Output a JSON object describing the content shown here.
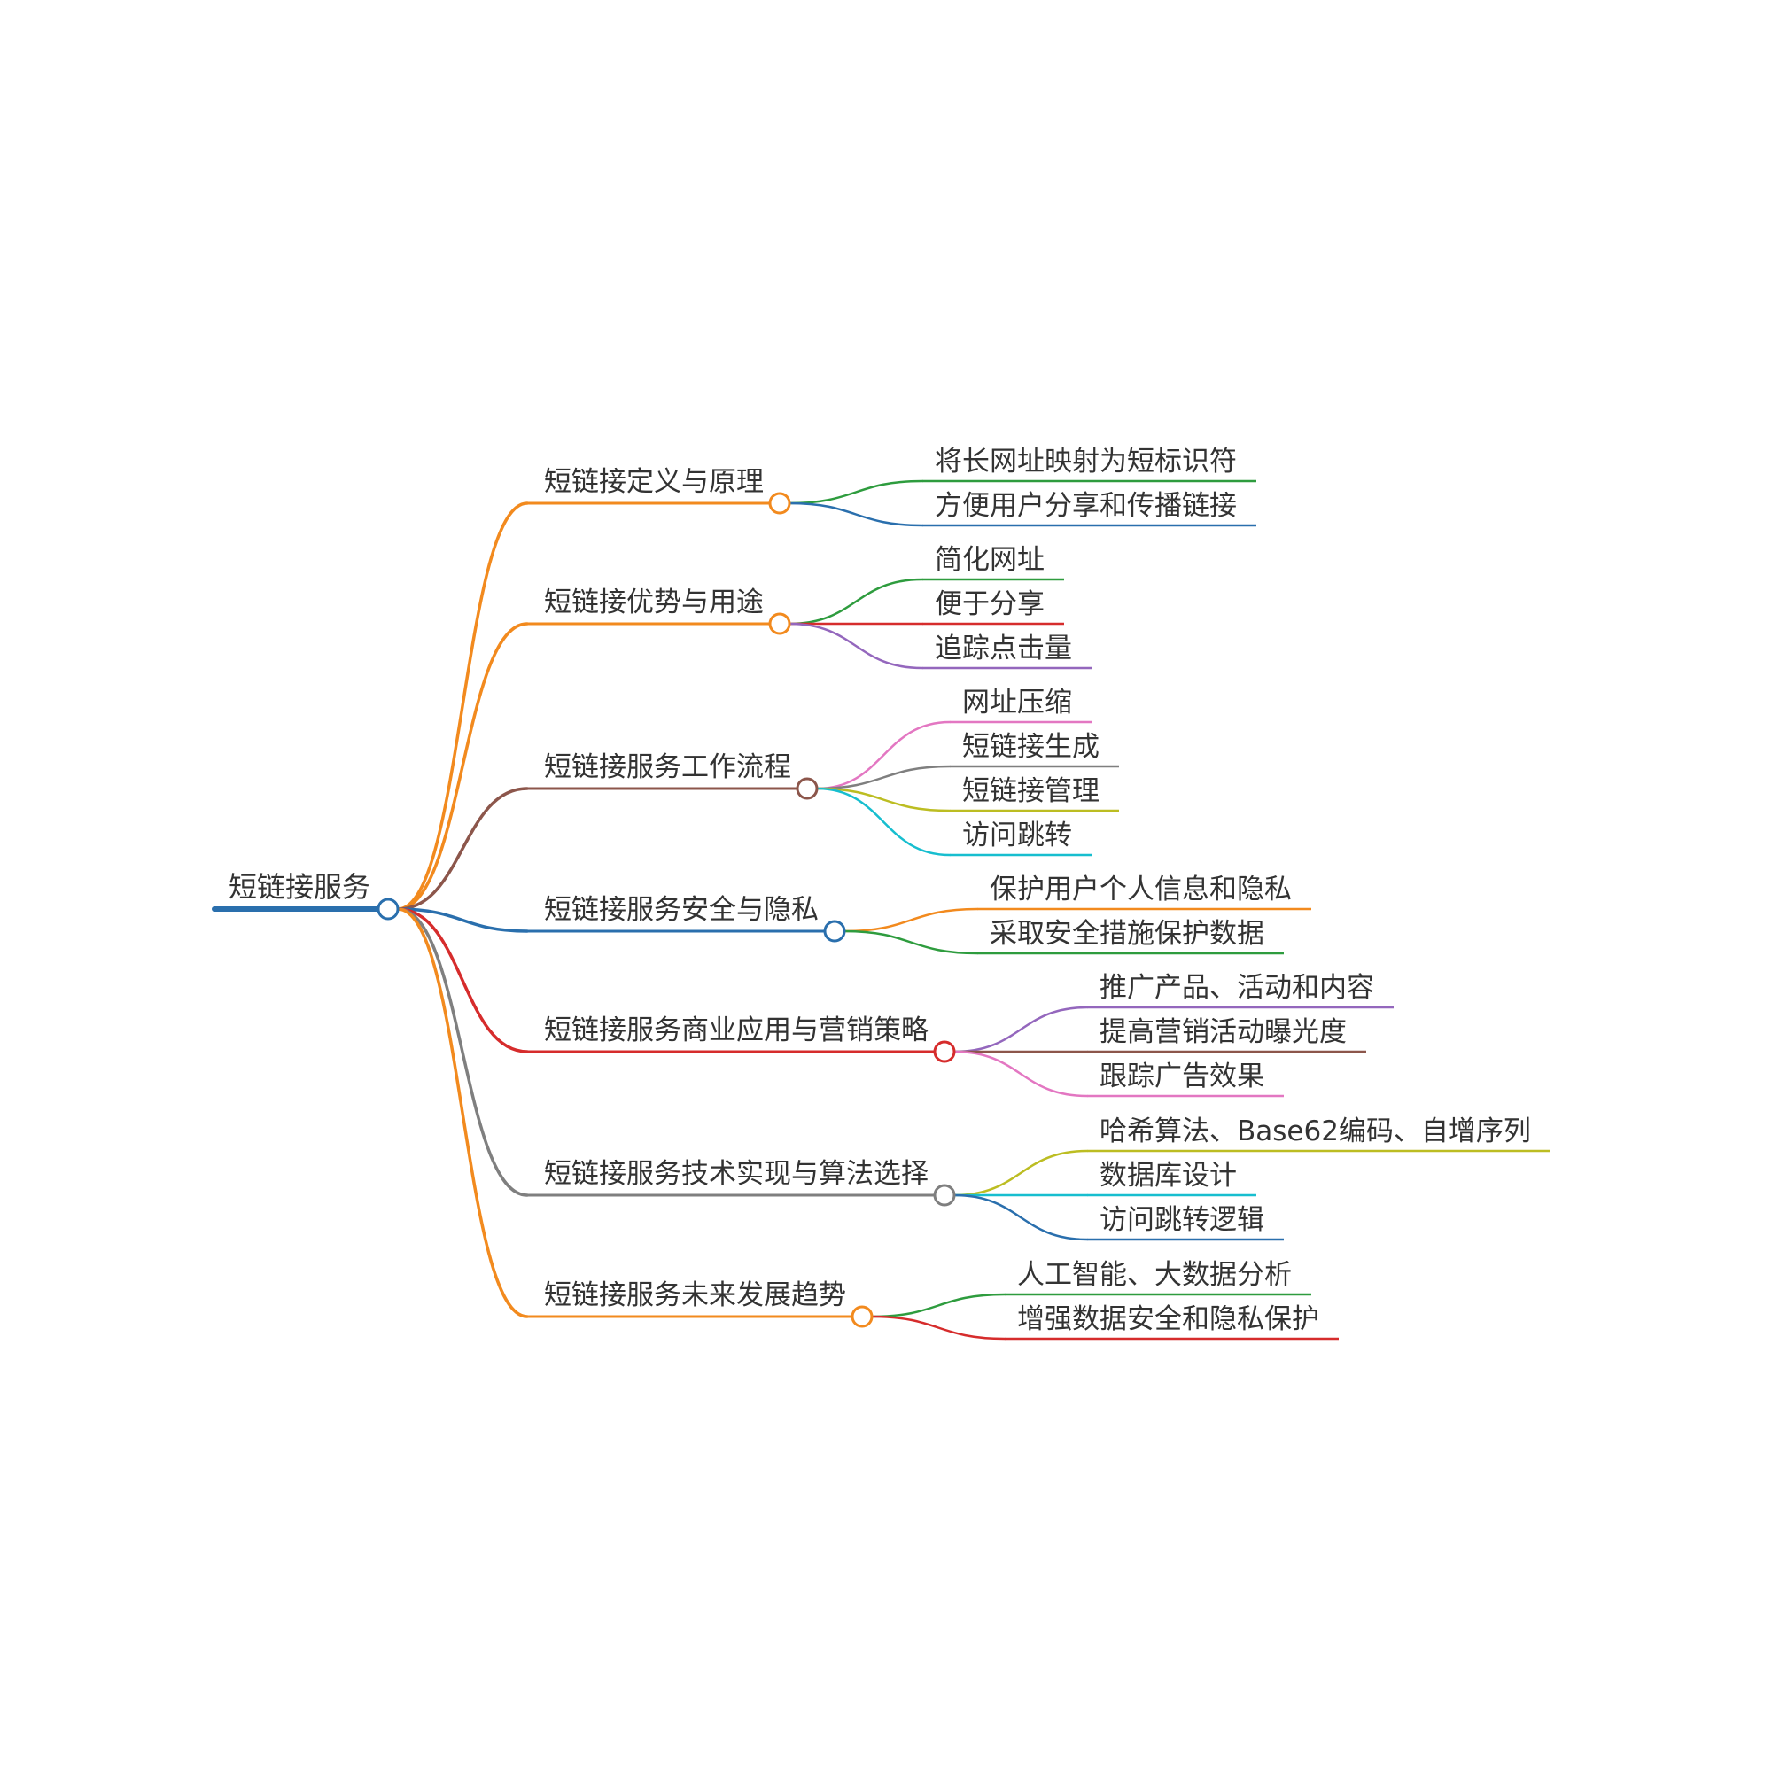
{
  "mindmap": {
    "root": {
      "label": "短链接服务",
      "color": "#2a6fad"
    },
    "branches": [
      {
        "label": "短链接定义与原理",
        "color": "#f28a1e",
        "children": [
          {
            "label": "将长网址映射为短标识符",
            "color": "#2e9c3e"
          },
          {
            "label": "方便用户分享和传播链接",
            "color": "#2a6fad"
          }
        ]
      },
      {
        "label": "短链接优势与用途",
        "color": "#f28a1e",
        "children": [
          {
            "label": "简化网址",
            "color": "#2e9c3e"
          },
          {
            "label": "便于分享",
            "color": "#d62c2c"
          },
          {
            "label": "追踪点击量",
            "color": "#9467bd"
          }
        ]
      },
      {
        "label": "短链接服务工作流程",
        "color": "#8c564b",
        "children": [
          {
            "label": "网址压缩",
            "color": "#e377c2"
          },
          {
            "label": "短链接生成",
            "color": "#7f7f7f"
          },
          {
            "label": "短链接管理",
            "color": "#bcbd22"
          },
          {
            "label": "访问跳转",
            "color": "#17becf"
          }
        ]
      },
      {
        "label": "短链接服务安全与隐私",
        "color": "#2a6fad",
        "children": [
          {
            "label": "保护用户个人信息和隐私",
            "color": "#f28a1e"
          },
          {
            "label": "采取安全措施保护数据",
            "color": "#2e9c3e"
          }
        ]
      },
      {
        "label": "短链接服务商业应用与营销策略",
        "color": "#d62c2c",
        "children": [
          {
            "label": "推广产品、活动和内容",
            "color": "#9467bd"
          },
          {
            "label": "提高营销活动曝光度",
            "color": "#8c564b"
          },
          {
            "label": "跟踪广告效果",
            "color": "#e377c2"
          }
        ]
      },
      {
        "label": "短链接服务技术实现与算法选择",
        "color": "#7f7f7f",
        "children": [
          {
            "label": "哈希算法、Base62编码、自增序列",
            "color": "#bcbd22"
          },
          {
            "label": "数据库设计",
            "color": "#17becf"
          },
          {
            "label": "访问跳转逻辑",
            "color": "#2a6fad"
          }
        ]
      },
      {
        "label": "短链接服务未来发展趋势",
        "color": "#f28a1e",
        "children": [
          {
            "label": "人工智能、大数据分析",
            "color": "#2e9c3e"
          },
          {
            "label": "增强数据安全和隐私保护",
            "color": "#d62c2c"
          }
        ]
      }
    ]
  }
}
